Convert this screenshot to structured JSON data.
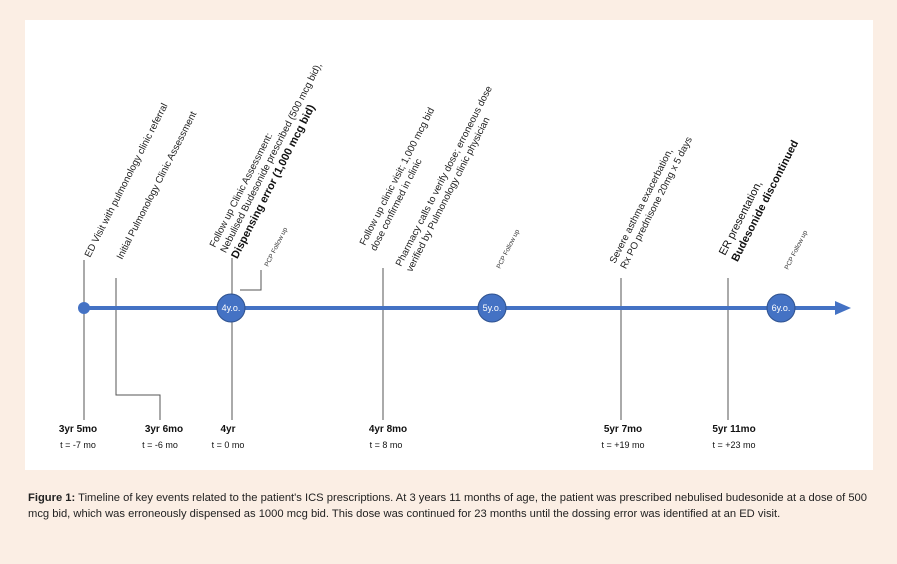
{
  "timeline": {
    "events": [
      {
        "line1": "ED Visit with pulmonology clinic referral",
        "line2": ""
      },
      {
        "line1": "Initial Pulmonology Clinic Assessment",
        "line2": ""
      },
      {
        "line1": "Follow up Clinic Assessment:",
        "line2": "Nebulised Budesonide prescribed (500 mcg bid),",
        "line3": "Dispensing error (1,000 mcg bid)"
      },
      {
        "line1": "Follow up clinic visit; 1,000 mcg bid",
        "line2": "dose confirmed in clinic"
      },
      {
        "line1": "Pharmacy calls to verify dose; erroneous dose",
        "line2": "verified by Pulmonology clinic physician"
      },
      {
        "line1": "Severe asthma exacerbation,",
        "line2": "Rx PO prednisone 20mg x 5 days"
      },
      {
        "line1": "ER presentation,",
        "line2": "Budesonide discontinued"
      }
    ],
    "pcp_label": "PCP Follow up",
    "age_markers": [
      "4y.o.",
      "5y.o.",
      "6y.o."
    ],
    "ticks": [
      {
        "label": "3yr 5mo",
        "t": "t = -7 mo"
      },
      {
        "label": "3yr 6mo",
        "t": "t = -6 mo"
      },
      {
        "label": "4yr",
        "t": "t = 0 mo"
      },
      {
        "label": "4yr 8mo",
        "t": "t = 8 mo"
      },
      {
        "label": "5yr 7mo",
        "t": "t = +19 mo"
      },
      {
        "label": "5yr 11mo",
        "t": "t = +23 mo"
      }
    ]
  },
  "caption": {
    "label": "Figure 1:",
    "text": " Timeline of key events related to the patient's ICS prescriptions. At 3 years 11 months of age, the patient was prescribed nebulised budesonide at a dose of 500 mcg bid, which was erroneously dispensed as 1000 mcg bid. This dose was continued for 23 months until the dossing error was identified at an ED visit."
  },
  "colors": {
    "timeline": "#4472c4",
    "line": "#555555",
    "background": "#fbeee4"
  }
}
